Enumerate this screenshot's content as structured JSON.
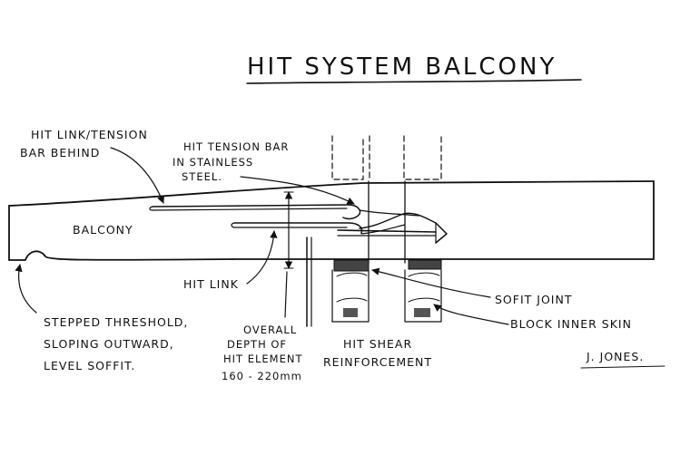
{
  "title": "HIT SYSTEM BALCONY",
  "labels": {
    "hit_link_tension_line1": "HIT LINK/TENSION",
    "hit_link_tension_line2": "BAR BEHIND",
    "tension_bar_line1": "HIT TENSION BAR",
    "tension_bar_line2": "IN STAINLESS",
    "tension_bar_line3": "STEEL.",
    "balcony": "BALCONY",
    "hit_link": "HIT LINK",
    "sofit_joint": "SOFIT JOINT",
    "block_inner_skin": "BLOCK INNER SKIN",
    "threshold_line1": "STEPPED THRESHOLD,",
    "threshold_line2": "SLOPING OUTWARD,",
    "threshold_line3": "LEVEL SOFFIT.",
    "depth_line1": "OVERALL",
    "depth_line2": "DEPTH OF",
    "depth_line3": "HIT ELEMENT",
    "depth_line4": "160 - 220mm",
    "shear_line1": "HIT SHEAR",
    "shear_line2": "REINFORCEMENT",
    "signature": "J. JONES."
  }
}
